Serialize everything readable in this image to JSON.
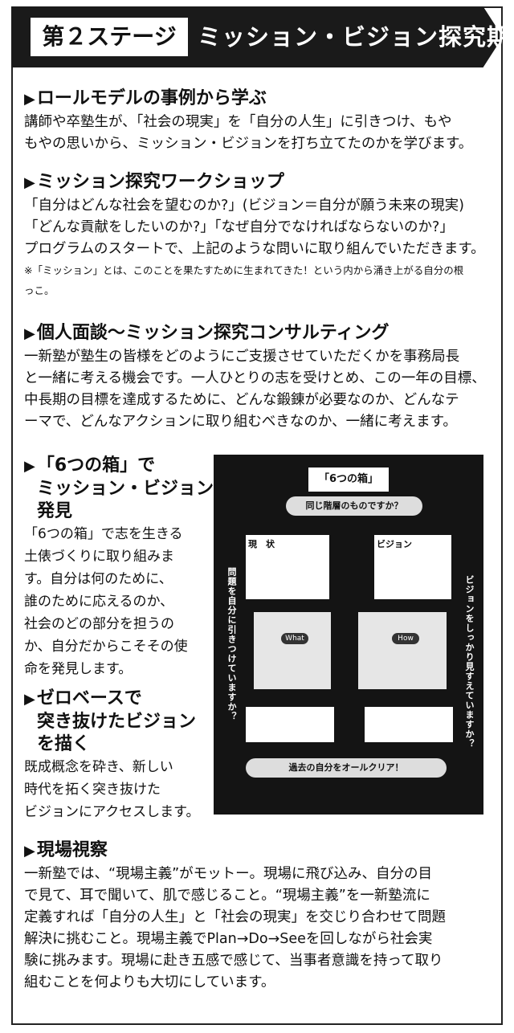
{
  "header": {
    "stage_tag": "第２ステージ",
    "title": "ミッション・ビジョン探究期"
  },
  "sections": {
    "role_model": {
      "heading": "ロールモデルの事例から学ぶ",
      "lines": [
        "講師や卒塾生が、「社会の現実」を「自分の人生」に引きつけ、もや",
        "もやの思いから、ミッション・ビジョンを打ち立てたのかを学びます。"
      ]
    },
    "workshop": {
      "heading": "ミッション探究ワークショップ",
      "lines": [
        "「自分はどんな社会を望むのか?」(ビジョン＝自分が願う未来の現実)",
        "「どんな貢献をしたいのか?」「なぜ自分でなければならないのか?」",
        "プログラムのスタートで、上記のような問いに取り組んでいただきます。"
      ],
      "note_lines": [
        "※「ミッション」とは、このことを果たすために生まれてきた！という内から涌き上がる自分の根",
        "っこ。"
      ]
    },
    "interview": {
      "heading": "個人面談～ミッション探究コンサルティング",
      "lines": [
        "一新塾が塾生の皆様をどのようにご支援させていただくかを事務局長",
        "と一緒に考える機会です。一人ひとりの志を受けとめ、この一年の目標、",
        "中長期の目標を達成するために、どんな鍛錬が必要なのか、どんなテ",
        "ーマで、どんなアクションに取り組むべきなのか、一緒に考えます。"
      ]
    },
    "six_boxes": {
      "heading_lines": [
        "「6つの箱」で",
        "ミッション・ビジョン",
        "発見"
      ],
      "lines": [
        "「6つの箱」で志を生きる",
        "土俵づくりに取り組みま",
        "す。自分は何のために、",
        "誰のために応えるのか、",
        "社会のどの部分を担うの",
        "か、自分だからこそその使",
        "命を発見します。"
      ]
    },
    "zero_base": {
      "heading_lines": [
        "ゼロベースで",
        "突き抜けたビジョン",
        "を描く"
      ],
      "lines": [
        "既成概念を砕き、新しい",
        "時代を拓く突き抜けた",
        "ビジョンにアクセスします。"
      ]
    },
    "field": {
      "heading": "現場視察",
      "lines": [
        "一新塾では、“現場主義”がモットー。現場に飛び込み、自分の目",
        "で見て、耳で聞いて、肌で感じること。“現場主義”を一新塾流に",
        "定義すれば「自分の人生」と「社会の現実」を交じり合わせて問題",
        "解決に挑むこと。現場主義でPlan→Do→Seeを回しながら社会実",
        "験に挑みます。現場に赴き五感で感じて、当事者意識を持って取り",
        "組むことを何よりも大切にしています。"
      ]
    }
  },
  "figure": {
    "title": "「6つの箱」",
    "question": "同じ階層のものですか？",
    "current": "現　状",
    "vision": "ビジョン",
    "left_side": "問題を自分に引きつけていますか？",
    "right_side": "ビジョンをしっかり見すえていますか？",
    "bottom": "過去の自分をオールクリア！",
    "what": "What",
    "how": "How"
  },
  "colors": {
    "ink": "#111111",
    "header_bg": "#1a1a1a",
    "figure_bg": "#141414"
  }
}
